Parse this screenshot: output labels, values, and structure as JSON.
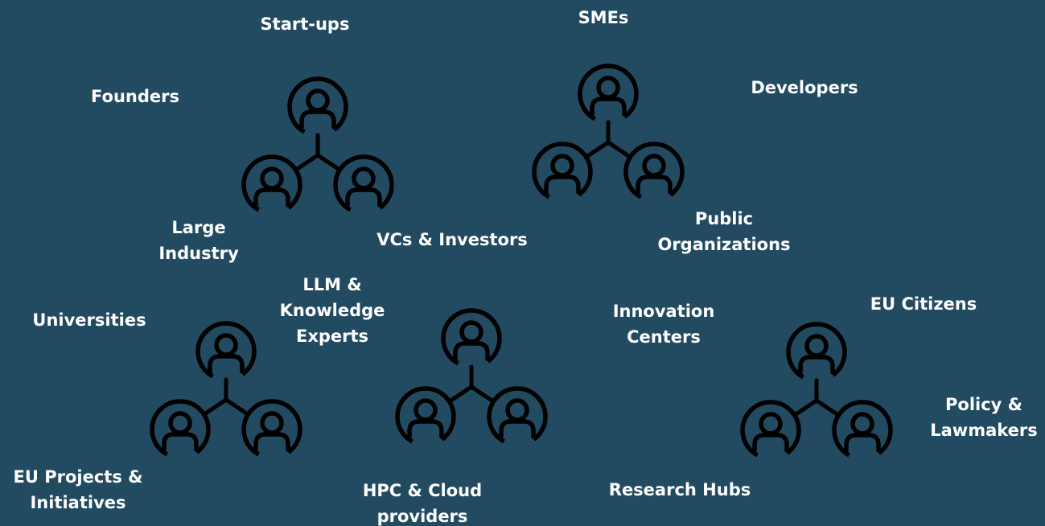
{
  "background_color": "#224a60",
  "text_color": "#ffffff",
  "icon_color": "#000000",
  "icon": "network-people-icon",
  "labels": {
    "startups": "Start-ups",
    "smes": "SMEs",
    "founders": "Founders",
    "developers": "Developers",
    "large_industry": [
      "Large",
      "Industry"
    ],
    "vcs_investors": "VCs & Investors",
    "public_organizations": [
      "Public",
      "Organizations"
    ],
    "llm_experts": [
      "LLM &",
      "Knowledge",
      "Experts"
    ],
    "universities": "Universities",
    "innovation_centers": [
      "Innovation",
      "Centers"
    ],
    "eu_citizens": "EU Citizens",
    "policy_lawmakers": [
      "Policy &",
      "Lawmakers"
    ],
    "eu_projects": [
      "EU Projects &",
      "Initiatives"
    ],
    "hpc_cloud": [
      "HPC & Cloud",
      "providers"
    ],
    "research_hubs": "Research Hubs"
  }
}
